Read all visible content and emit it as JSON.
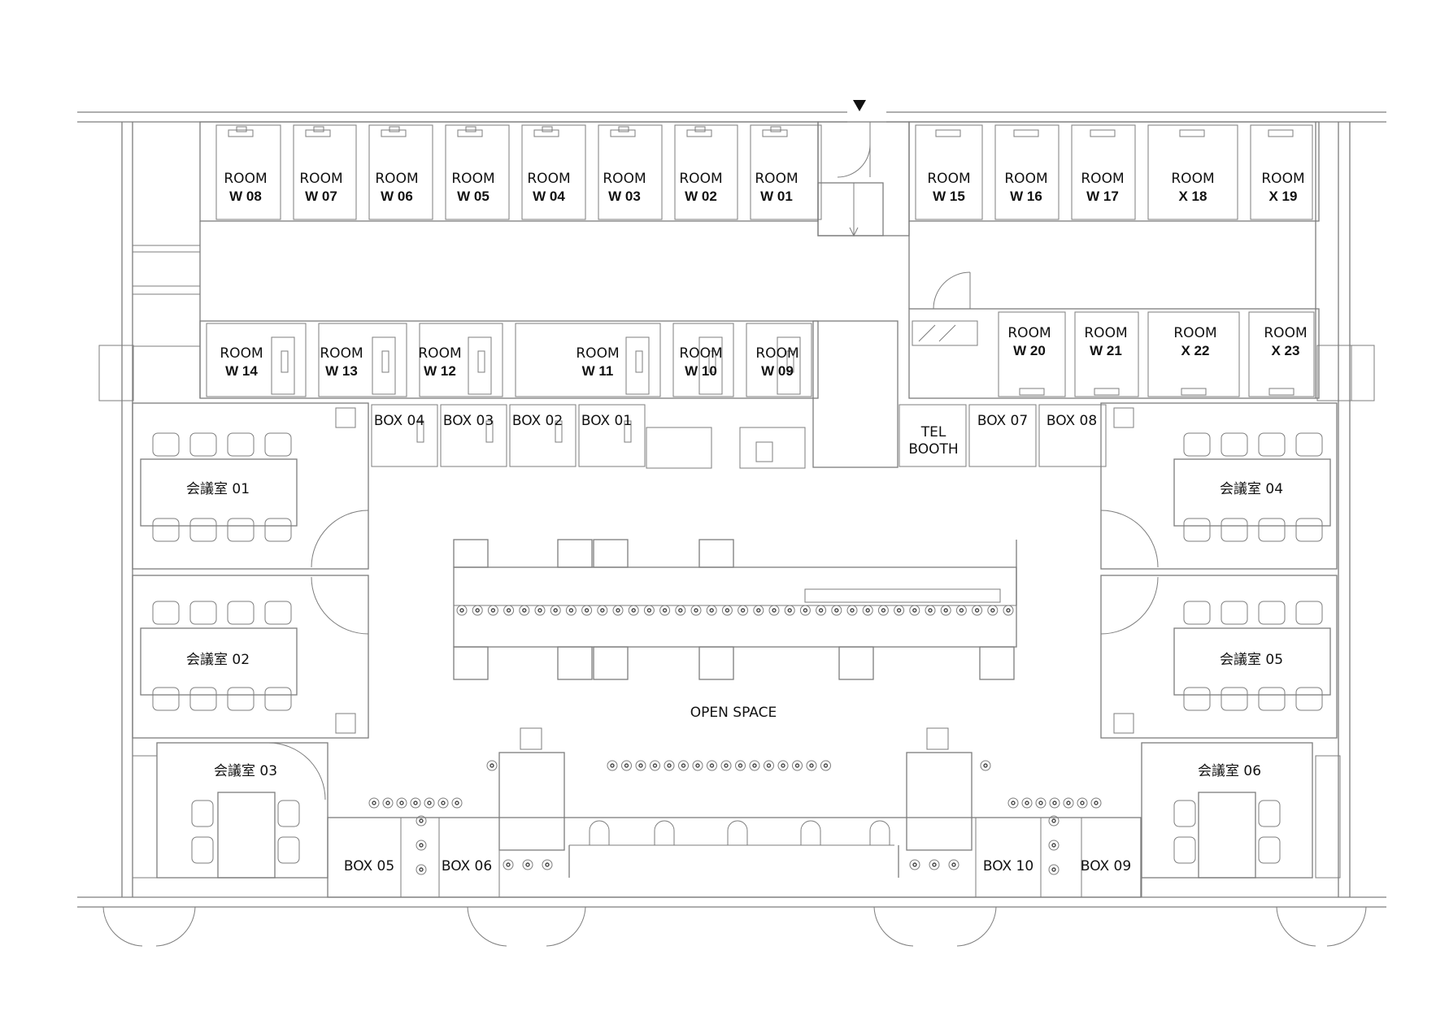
{
  "work_rooms_top_left": [
    {
      "line1": "ROOM",
      "line2": "W 08"
    },
    {
      "line1": "ROOM",
      "line2": "W 07"
    },
    {
      "line1": "ROOM",
      "line2": "W 06"
    },
    {
      "line1": "ROOM",
      "line2": "W 05"
    },
    {
      "line1": "ROOM",
      "line2": "W 04"
    },
    {
      "line1": "ROOM",
      "line2": "W 03"
    },
    {
      "line1": "ROOM",
      "line2": "W 02"
    },
    {
      "line1": "ROOM",
      "line2": "W 01"
    }
  ],
  "work_rooms_top_right": [
    {
      "line1": "ROOM",
      "line2": "W 15"
    },
    {
      "line1": "ROOM",
      "line2": "W 16"
    },
    {
      "line1": "ROOM",
      "line2": "W 17"
    },
    {
      "line1": "ROOM",
      "line2": "X 18"
    },
    {
      "line1": "ROOM",
      "line2": "X 19"
    }
  ],
  "work_rooms_mid_left": [
    {
      "line1": "ROOM",
      "line2": "W 14"
    },
    {
      "line1": "ROOM",
      "line2": "W 13"
    },
    {
      "line1": "ROOM",
      "line2": "W 12"
    },
    {
      "line1": "ROOM",
      "line2": "W 11"
    },
    {
      "line1": "ROOM",
      "line2": "W 10"
    },
    {
      "line1": "ROOM",
      "line2": "W 09"
    }
  ],
  "work_rooms_mid_right": [
    {
      "line1": "ROOM",
      "line2": "W 20"
    },
    {
      "line1": "ROOM",
      "line2": "W 21"
    },
    {
      "line1": "ROOM",
      "line2": "X 22"
    },
    {
      "line1": "ROOM",
      "line2": "X 23"
    }
  ],
  "boxes_top": [
    "BOX 04",
    "BOX 03",
    "BOX 02",
    "BOX 01",
    "BOX 07",
    "BOX 08"
  ],
  "tel_booth": {
    "line1": "TEL",
    "line2": "BOOTH"
  },
  "meeting_rooms": [
    "会議室 01",
    "会議室 02",
    "会議室 03",
    "会議室 04",
    "会議室 05",
    "会議室 06"
  ],
  "open_space": "OPEN SPACE",
  "boxes_bottom": [
    "BOX 05",
    "BOX 06",
    "BOX 10",
    "BOX 09"
  ]
}
